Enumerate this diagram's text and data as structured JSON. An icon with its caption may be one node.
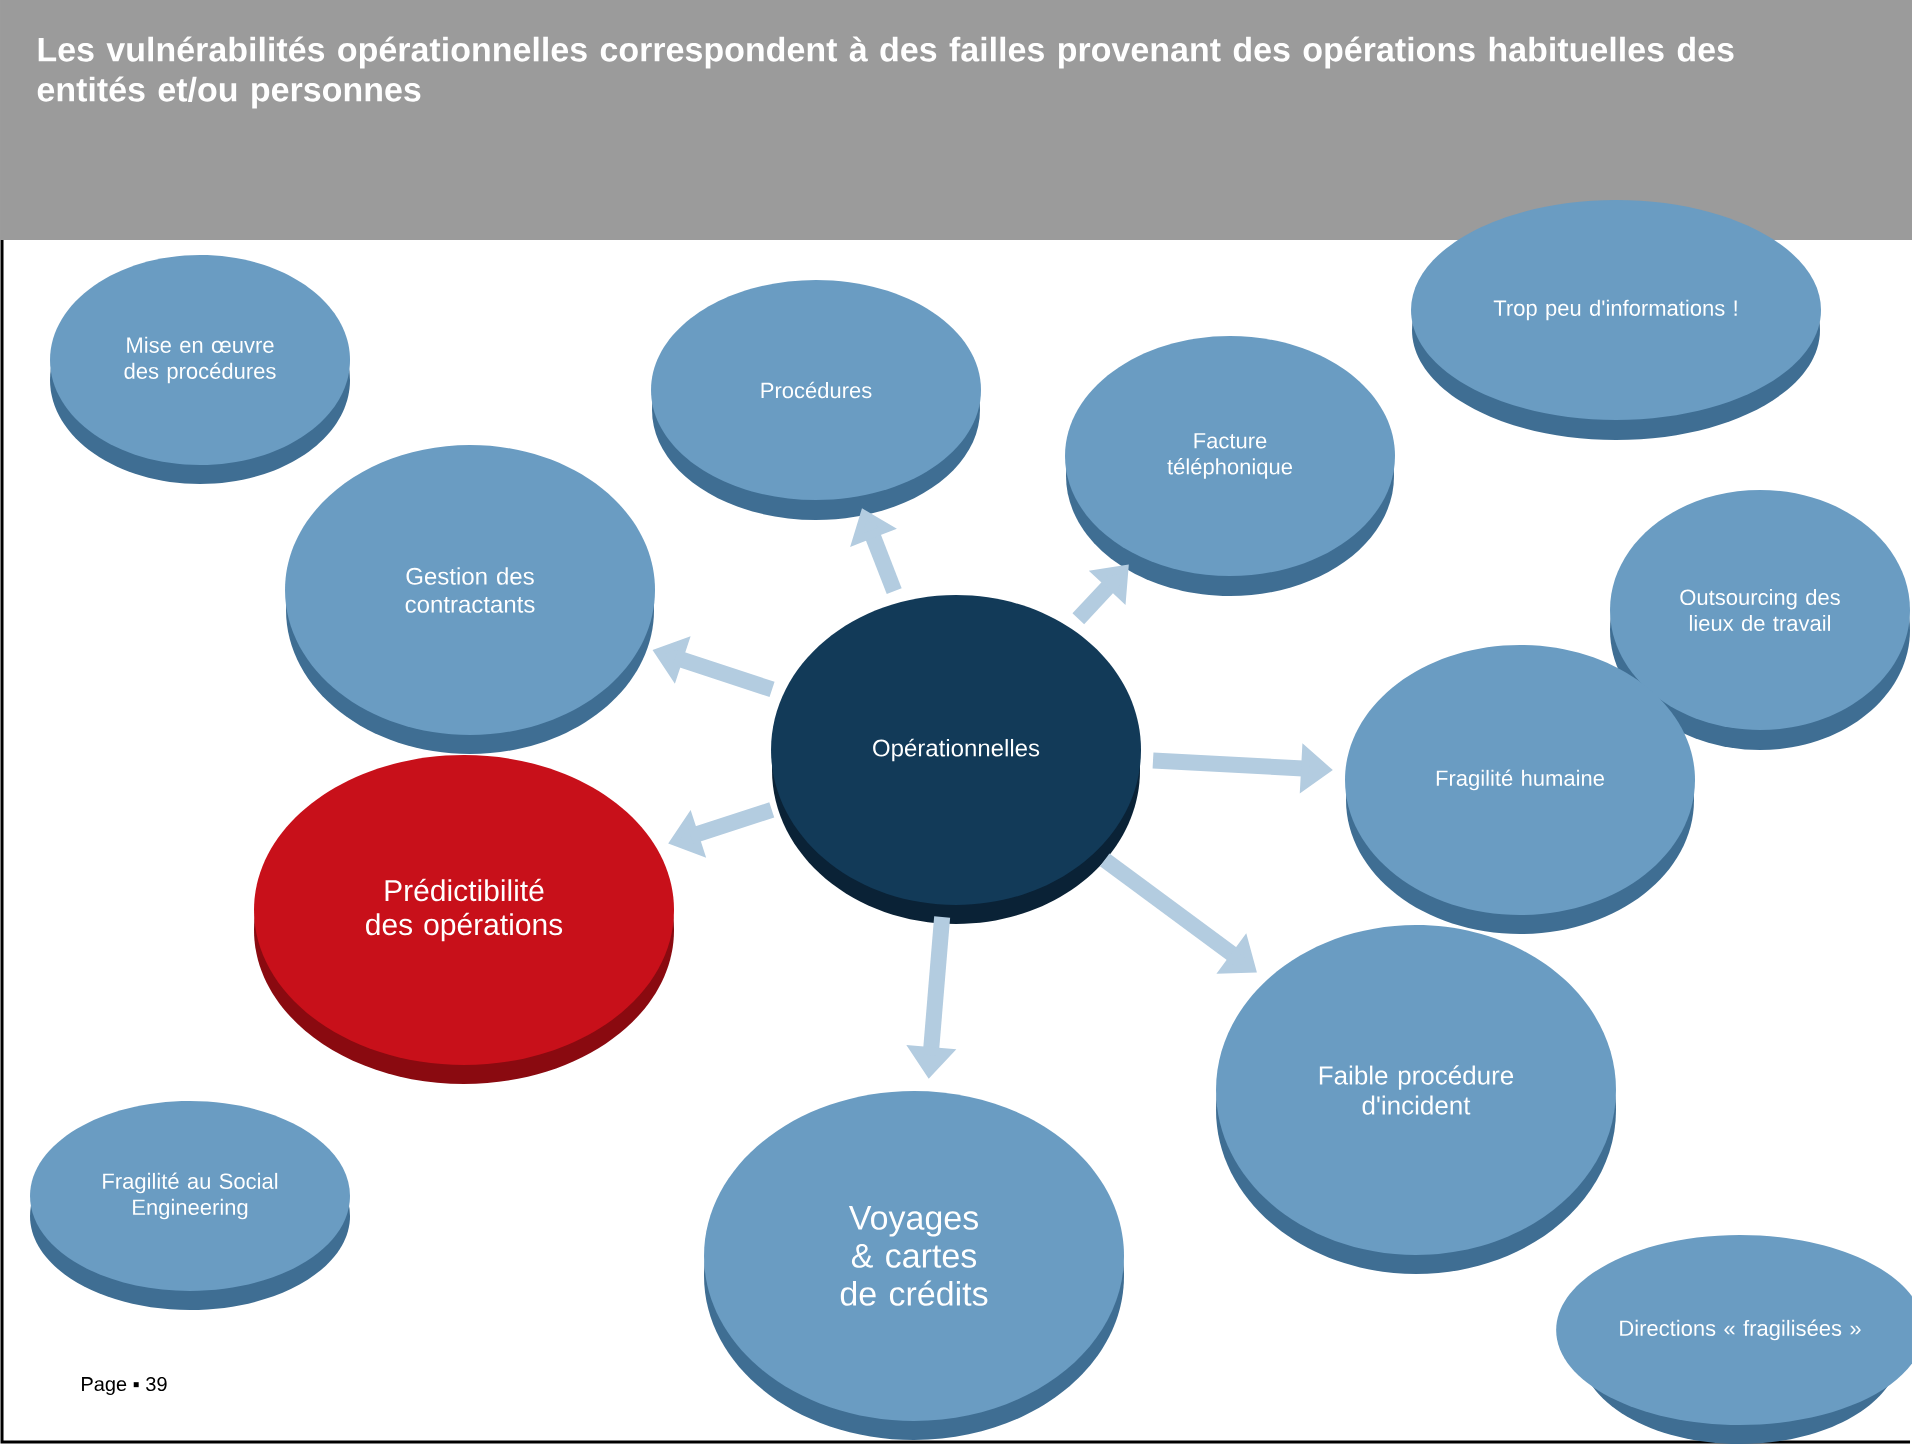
{
  "diagram": {
    "title": "Les vulnérabilités opérationnelles correspondent  à des failles provenant des opérations habituelles des entités et/ou personnes",
    "nodes": [
      {
        "text": [
          "Mise en œuvre des procédures"
        ]
      },
      {
        "text": [
          "Procédures"
        ]
      },
      {
        "text": [
          "Trop peu d'informations !"
        ]
      },
      {
        "text": [
          "Facture téléphonique"
        ]
      },
      {
        "text": [
          "Gestion des contractants"
        ]
      },
      {
        "text": [
          "Outsourcing des lieux de travail"
        ]
      },
      {
        "text": [
          "Opérationnelles"
        ]
      },
      {
        "text": [
          "Fragilité humaine"
        ]
      },
      {
        "text": [
          "Prédictibilité des opérations"
        ]
      },
      {
        "text": [
          "Faible procédure d'incident"
        ]
      },
      {
        "text": [
          "Fragilité au Social Engineering"
        ]
      },
      {
        "text": [
          "Voyages & cartes de crédits"
        ]
      },
      {
        "text": [
          "Directions « fragilisées »"
        ]
      }
    ],
    "edges": [
      {
        "from": 6,
        "to": 1,
        "arrow": "to"
      },
      {
        "from": 6,
        "to": 3,
        "arrow": "to"
      },
      {
        "from": 6,
        "to": 7,
        "arrow": "to"
      },
      {
        "from": 6,
        "to": 9,
        "arrow": "to"
      },
      {
        "from": 6,
        "to": 11,
        "arrow": "to"
      },
      {
        "from": 6,
        "to": 8,
        "arrow": "to"
      },
      {
        "from": 6,
        "to": 4,
        "arrow": "to"
      }
    ],
    "labels": [
      "Page ▪ 39"
    ]
  }
}
